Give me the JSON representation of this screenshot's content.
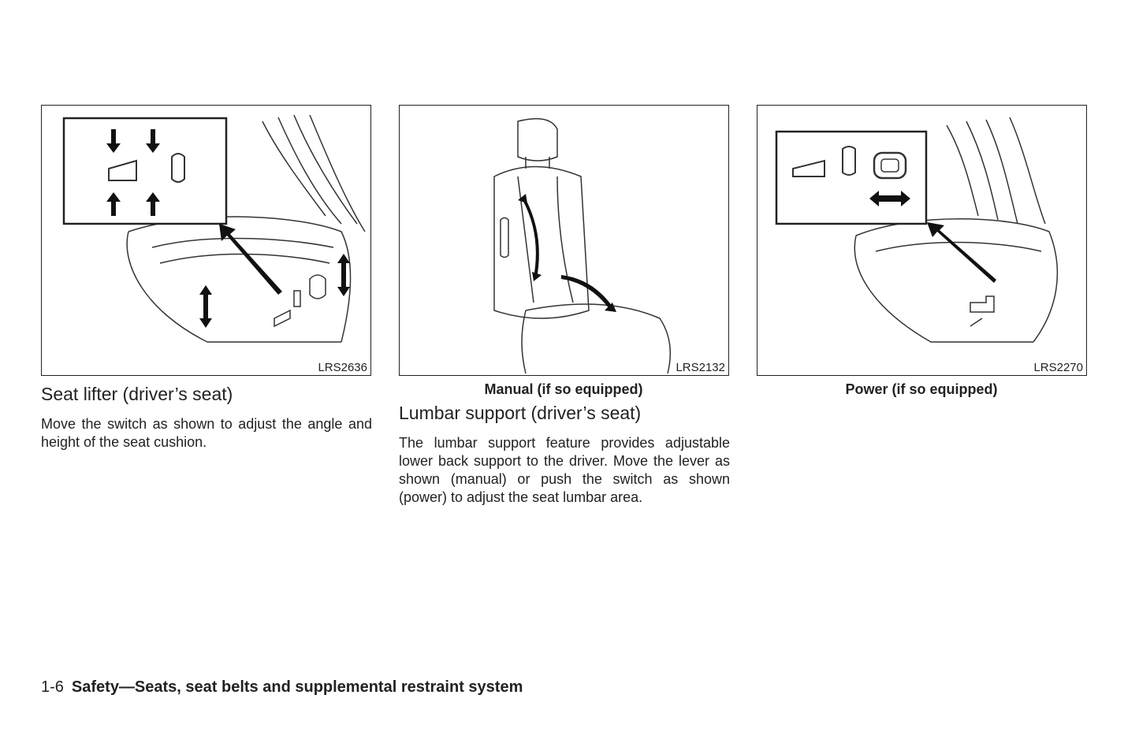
{
  "figures": [
    {
      "code": "LRS2636"
    },
    {
      "code": "LRS2132",
      "caption": "Manual (if so equipped)"
    },
    {
      "code": "LRS2270",
      "caption": "Power (if so equipped)"
    }
  ],
  "sections": {
    "seat_lifter": {
      "heading": "Seat lifter (driver’s seat)",
      "body": "Move the switch as shown to adjust the angle and height of the seat cushion."
    },
    "lumbar": {
      "heading": "Lumbar support (driver’s seat)",
      "body": "The lumbar support feature provides adjustable lower back support to the driver. Move the lever as shown (manual) or push the switch as shown (power) to adjust the seat lumbar area."
    }
  },
  "footer": {
    "page_number": "1-6",
    "section_title": "Safety—Seats, seat belts and supplemental restraint system"
  }
}
